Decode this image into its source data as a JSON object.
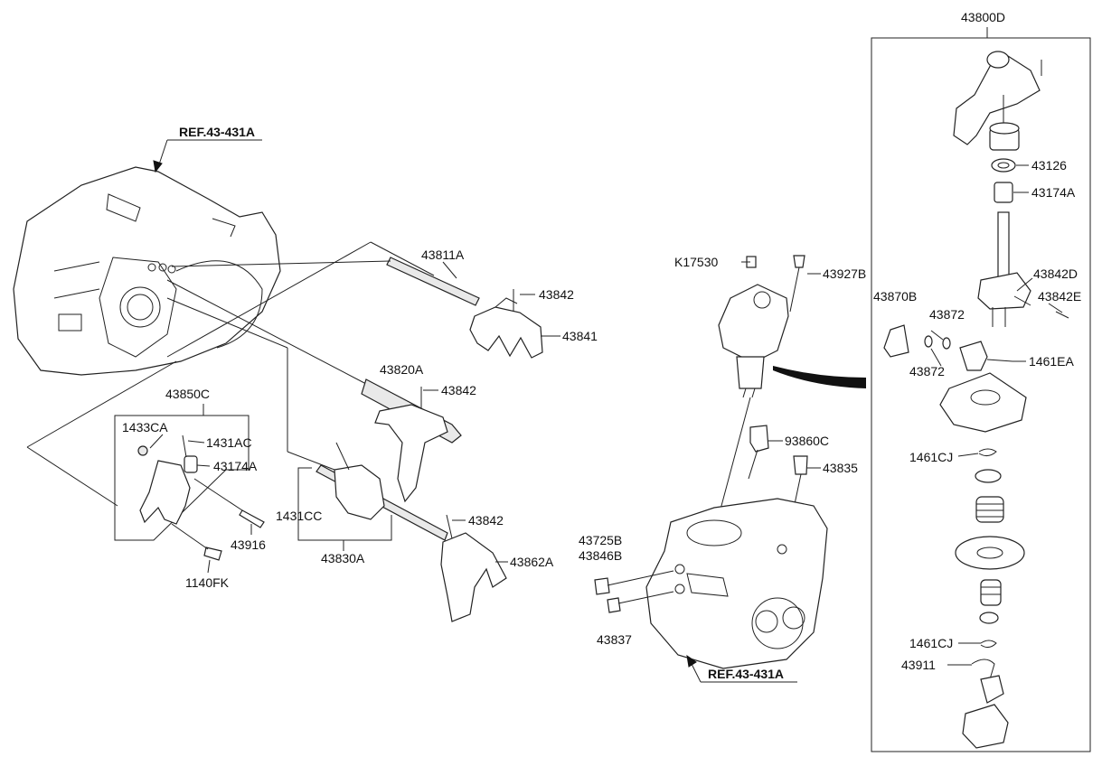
{
  "diagram": {
    "assembly_label": "43800D",
    "references": {
      "top_left": "REF.43-431A",
      "bottom_right": "REF.43-431A"
    },
    "labels": {
      "p43811A": "43811A",
      "p43842_a": "43842",
      "p43841": "43841",
      "p43820A": "43820A",
      "p43842_b": "43842",
      "p43850C": "43850C",
      "p1433CA": "1433CA",
      "p1431AC": "1431AC",
      "p43174A_left": "43174A",
      "p1431CC": "1431CC",
      "p43916": "43916",
      "p1140FK": "1140FK",
      "p43830A": "43830A",
      "p43842_c": "43842",
      "p43862A": "43862A",
      "pK17530": "K17530",
      "p43927B": "43927B",
      "p93860C": "93860C",
      "p43835": "43835",
      "p43725B": "43725B",
      "p43846B": "43846B",
      "p43837": "43837",
      "p43126": "43126",
      "p43174A_right": "43174A",
      "p43842D": "43842D",
      "p43842E": "43842E",
      "p43870B": "43870B",
      "p43872_a": "43872",
      "p43872_b": "43872",
      "p1461EA": "1461EA",
      "p1461CJ_a": "1461CJ",
      "p1461CJ_b": "1461CJ",
      "p43911": "43911"
    }
  }
}
